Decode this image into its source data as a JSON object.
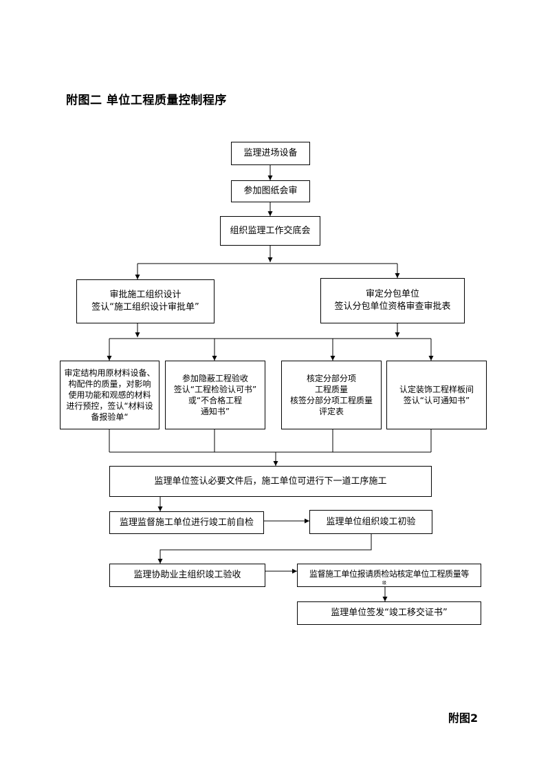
{
  "title": "附图二  单位工程质量控制程序",
  "figure_label": "附图2",
  "nodes": {
    "n1": [
      "监理进场设备"
    ],
    "n2": [
      "参加图纸会审"
    ],
    "n3": [
      "组织监理工作交底会"
    ],
    "n4": [
      "审批施工组织设计",
      "签认“施工组织设计审批单”"
    ],
    "n5": [
      "审定分包单位",
      "签认分包单位资格审查审批表"
    ],
    "n6": [
      "审定结构用原材料设备、",
      "构配件的质量，对影响",
      "使用功能和观感的材料",
      "进行预控，签认“材料设",
      "备报验单“"
    ],
    "n7": [
      "参加隐蔽工程验收",
      "签认“工程检验认可书”",
      "或“不合格工程",
      "通知书”"
    ],
    "n8": [
      "核定分部分项",
      "工程质量",
      "核签分部分项工程质量",
      "评定表"
    ],
    "n9": [
      "认定装饰工程样板间",
      "签认“认可通知书”"
    ],
    "n10": [
      "监理单位签认必要文件后，施工单位可进行下一道工序施工"
    ],
    "n11": [
      "监理监督施工单位进行竣工前自检"
    ],
    "n12": [
      "监理单位组织竣工初验"
    ],
    "n13": [
      "监理协助业主组织竣工验收"
    ],
    "n14": [
      "监督施工单位报请质检站核定单位工程质量等"
    ],
    "n15": [
      "监理单位签发“竣工移交证书”"
    ]
  },
  "n14_overflow_text": "级"
}
